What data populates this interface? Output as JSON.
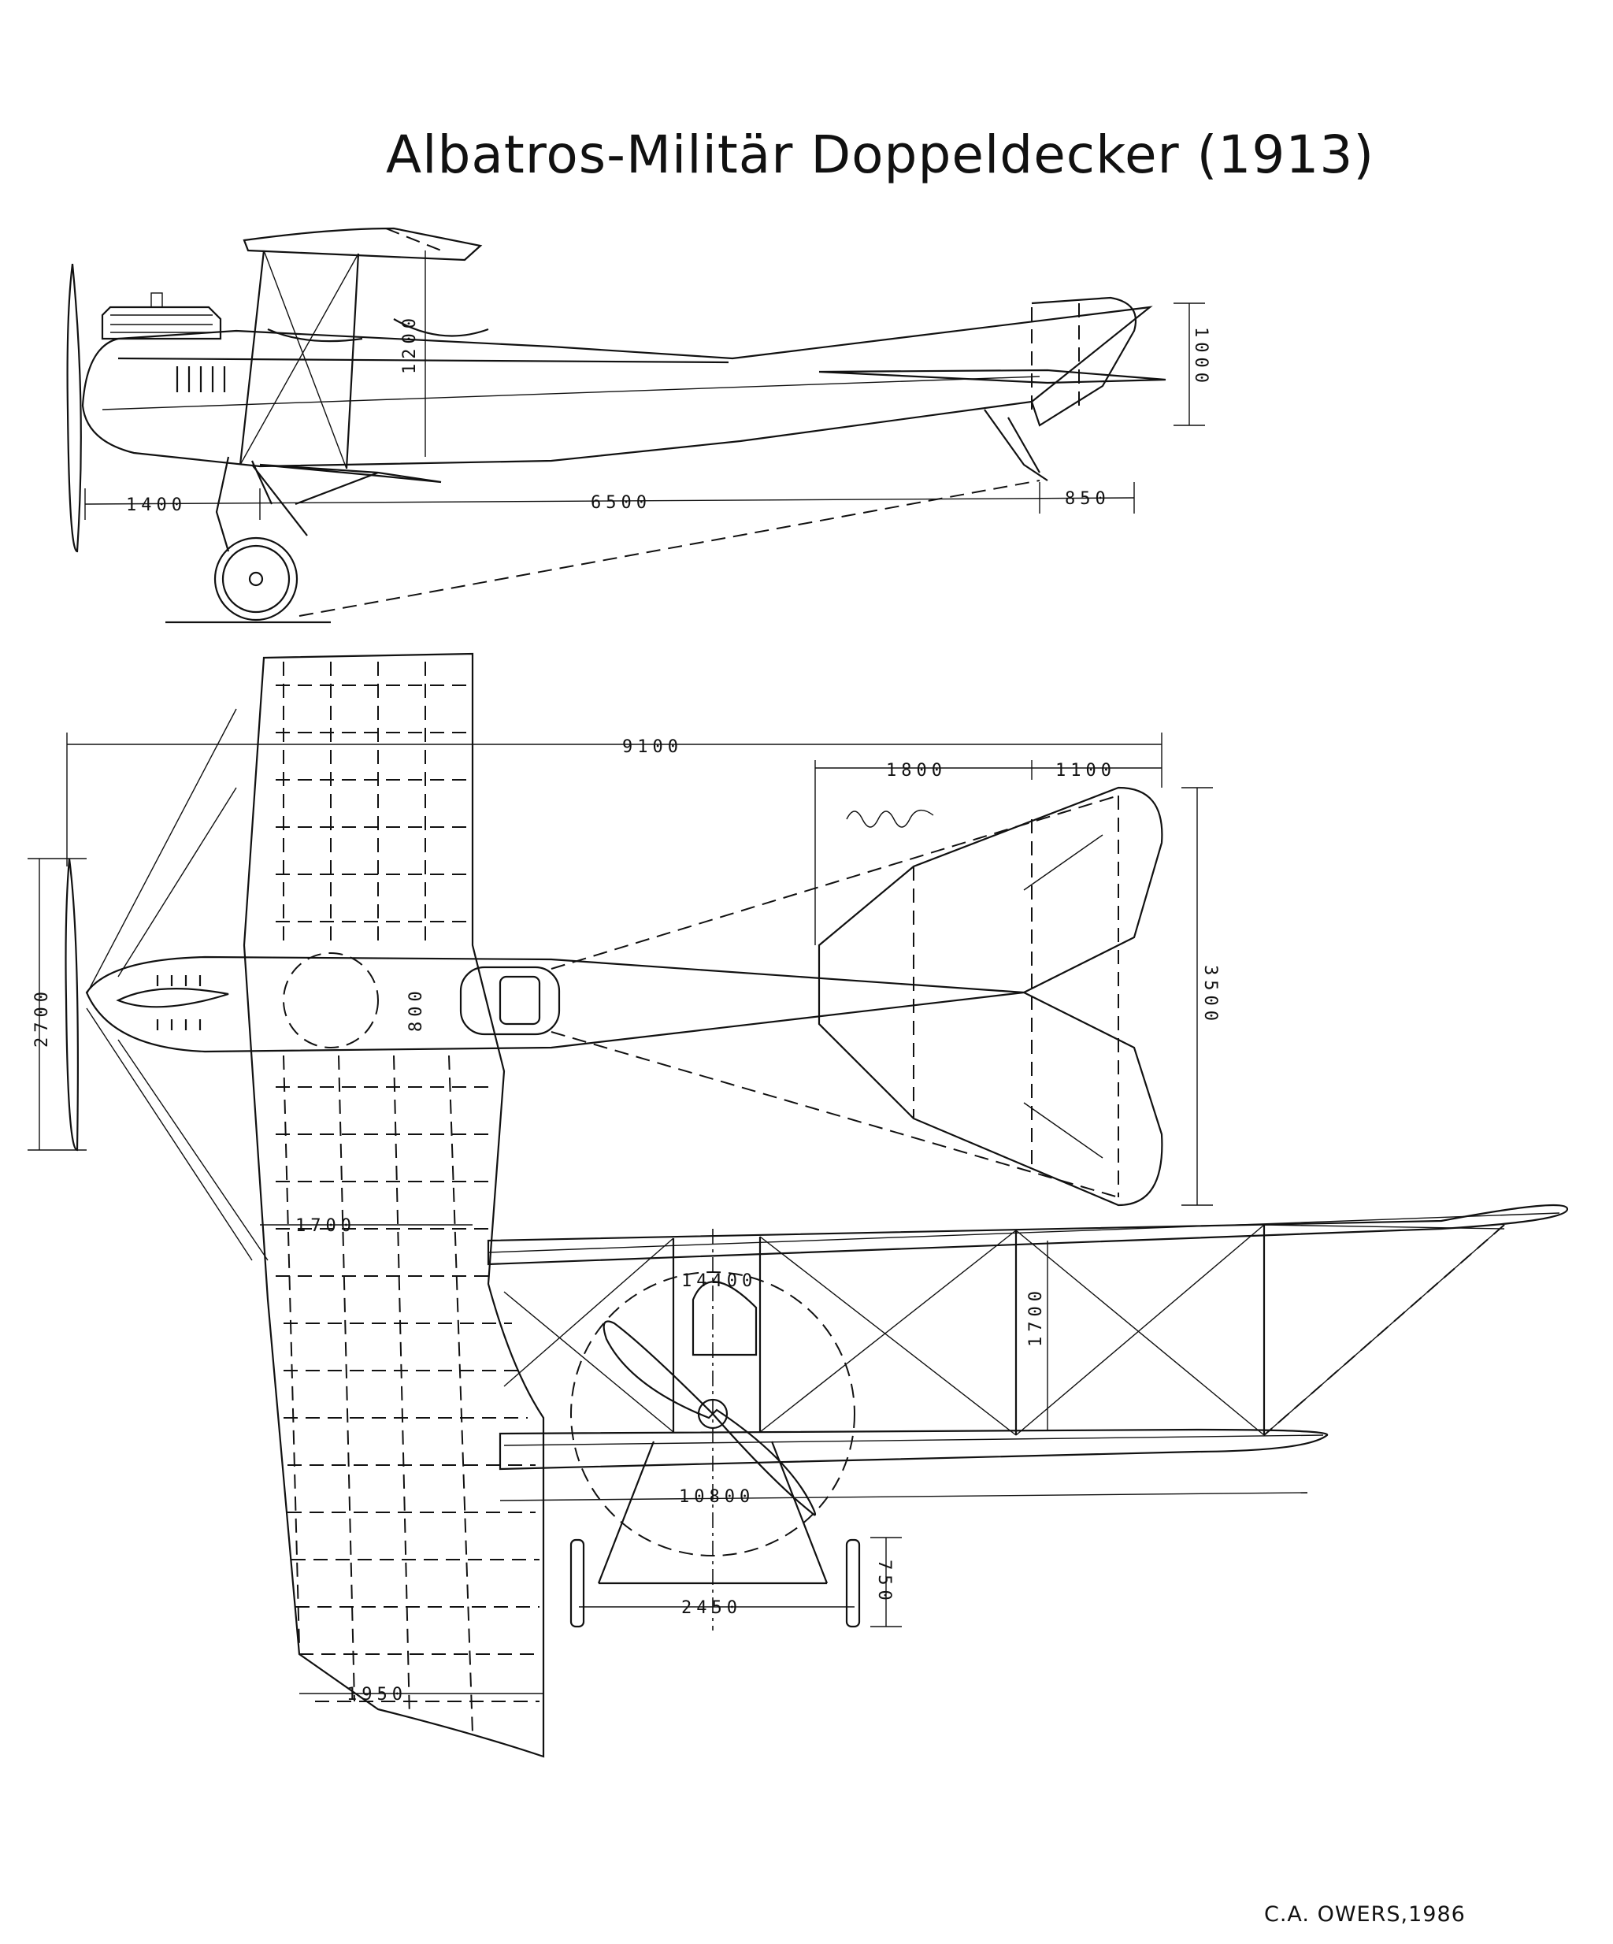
{
  "title": "Albatros-Militär Doppeldecker (1913)",
  "credit": "C.A. OWERS,1986",
  "dimensions": {
    "side_nose": "1400",
    "side_length": "6500",
    "side_tail": "850",
    "side_tail_height": "1000",
    "side_gap": "1200",
    "top_span": "9100",
    "top_stab_chord": "1800",
    "top_elevator_chord": "1100",
    "top_stab_span": "3500",
    "top_prop_diameter": "2700",
    "top_fuselage_width": "800",
    "top_lower_chord": "1700",
    "top_upper_chord": "1950",
    "front_upper_span": "14400",
    "front_lower_span": "10800",
    "front_gap": "1700",
    "front_track": "2450",
    "front_wheel_height": "750"
  }
}
